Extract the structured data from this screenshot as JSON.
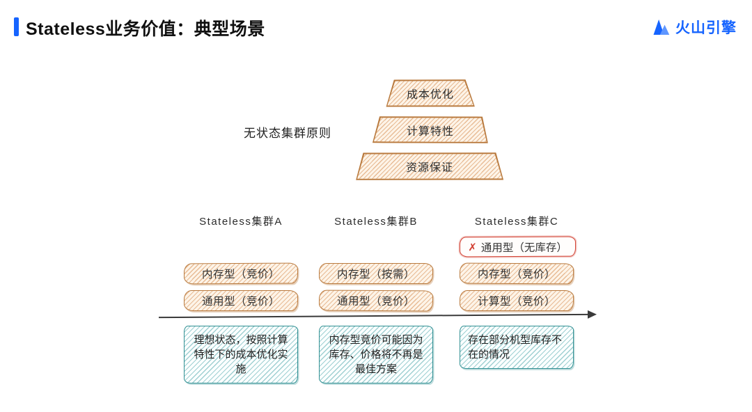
{
  "header": {
    "title": "Stateless业务价值：典型场景",
    "brand": "火山引擎"
  },
  "pyramid": {
    "label": "无状态集群原则",
    "layers": [
      "成本优化",
      "计算特性",
      "资源保证"
    ]
  },
  "columns": [
    {
      "title": "Stateless集群A",
      "boxes": [
        "内存型（竞价）",
        "通用型（竞价）"
      ],
      "note": "理想状态，按照计算特性下的成本优化实施"
    },
    {
      "title": "Stateless集群B",
      "boxes": [
        "内存型（按需）",
        "通用型（竞价）"
      ],
      "note": "内存型竞价可能因为库存、价格将不再是最佳方案"
    },
    {
      "title": "Stateless集群C",
      "unavailable_mark": "✗",
      "unavailable_label": "通用型（无库存）",
      "boxes": [
        "内存型（竞价）",
        "计算型（竞价）"
      ],
      "note": "存在部分机型库存不在的情况"
    }
  ],
  "colors": {
    "accent": "#1664ff",
    "sketch-orange": "#b97a3e",
    "sketch-teal": "#2f8f92",
    "sketch-red": "#d23f31"
  }
}
